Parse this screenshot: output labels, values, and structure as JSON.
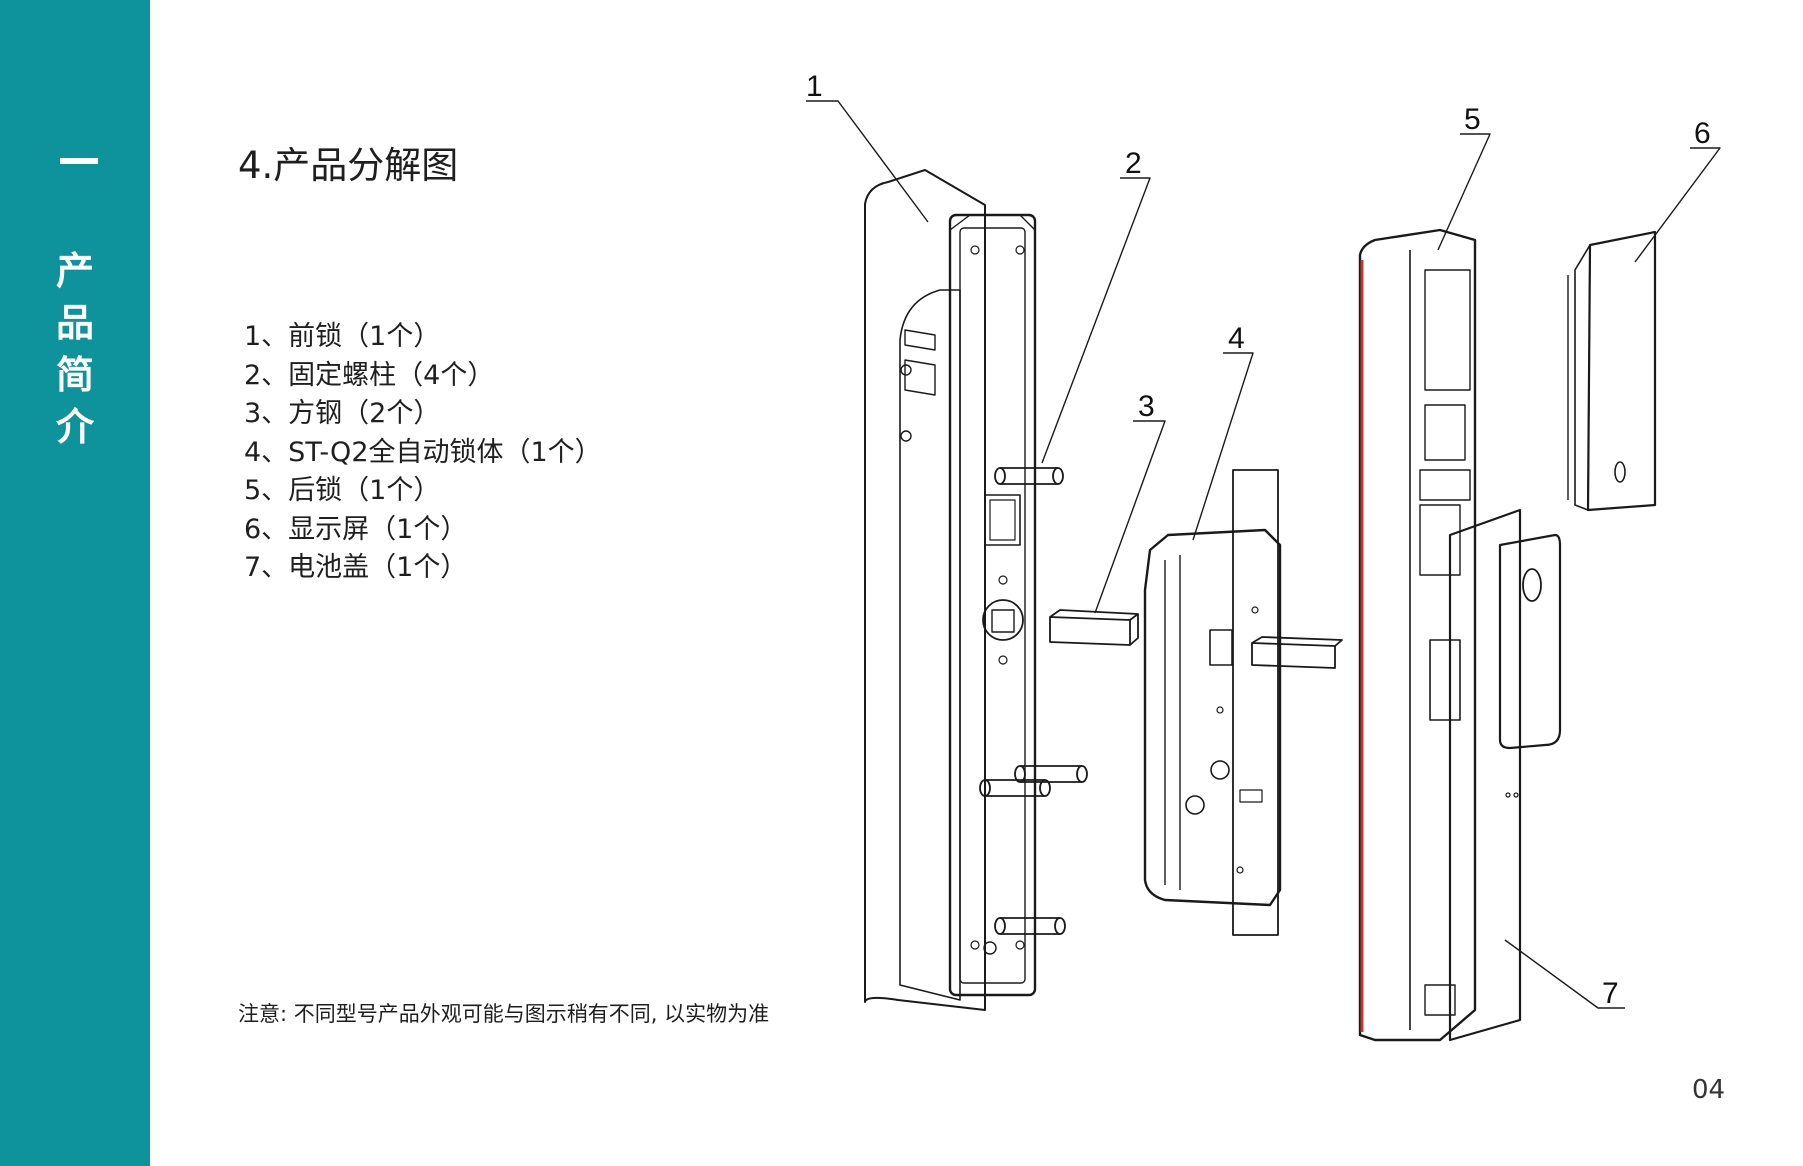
{
  "sidebar": {
    "chapter_mark": "一",
    "chapter_chars": [
      "产",
      "品",
      "简",
      "介"
    ]
  },
  "section_title": "4.产品分解图",
  "parts": [
    "1、前锁（1个）",
    "2、固定螺柱（4个）",
    "3、方钢（2个）",
    "4、ST-Q2全自动锁体（1个）",
    "5、后锁（1个）",
    "6、显示屏（1个）",
    "7、电池盖（1个）"
  ],
  "note": "注意: 不同型号产品外观可能与图示稍有不同, 以实物为准",
  "page_number": "04",
  "diagram": {
    "callouts": [
      "1",
      "2",
      "3",
      "4",
      "5",
      "6",
      "7"
    ]
  },
  "colors": {
    "sidebar": "#0e929c",
    "line_art": "#1a1a1a",
    "accent_edge": "#c0392b"
  }
}
